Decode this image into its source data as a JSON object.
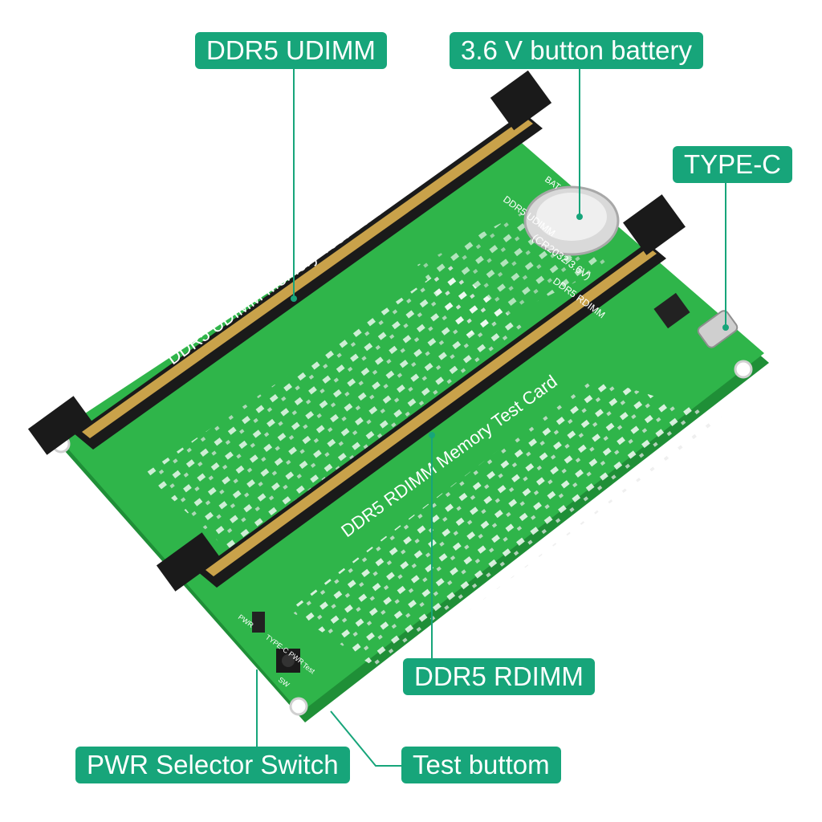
{
  "callouts": {
    "ddr5_udimm": "DDR5 UDIMM",
    "battery": "3.6 V button battery",
    "type_c": "TYPE-C",
    "ddr5_rdimm": "DDR5 RDIMM",
    "pwr_switch": "PWR Selector Switch",
    "test_button": "Test buttom"
  },
  "board_print": {
    "udimm_title": "DDR5 UDIMM Memory Test Card",
    "rdimm_title": "DDR5 RDIMM Memory Test Card",
    "battery_label": "(CR2032/3.6V)",
    "bat_mark": "BAT",
    "udimm_side_label": "DDR5 UDIMM",
    "rdimm_side_label": "DDR5 RDIMM",
    "pwr_mark": "PWR",
    "type_c_pwr_mark": "TYPE-C PWR",
    "sw_mark": "SW",
    "test_mark": "Test"
  },
  "colors": {
    "pcb": "#2fb54a",
    "pcb_dark": "#1f8f37",
    "accent": "#17a57a",
    "slot": "#1a1a1a",
    "pins": "#c9a24a",
    "leader": "#17a57a"
  }
}
